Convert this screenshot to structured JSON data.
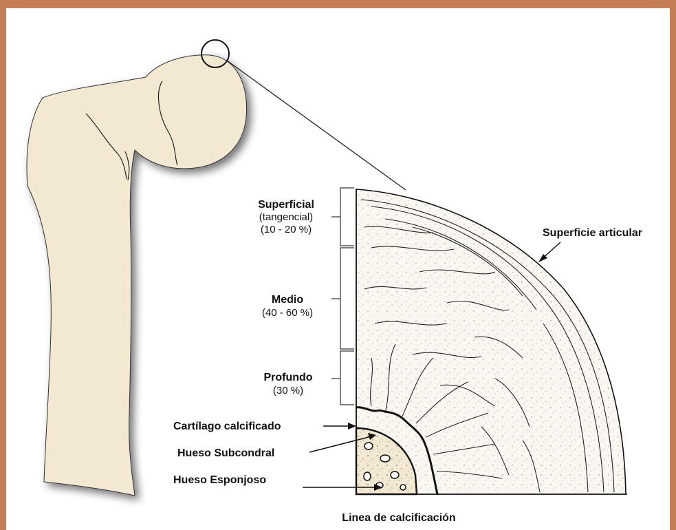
{
  "frame_color": "#c57d57",
  "bone_color": "#f3e8d2",
  "cartilage_color": "#faf7f1",
  "zones": {
    "superficial": {
      "title": "Superficial",
      "line2": "(tangencial)",
      "line3": "(10 - 20 %)"
    },
    "medio": {
      "title": "Medio",
      "line2": "(40 - 60 %)"
    },
    "profundo": {
      "title": "Profundo",
      "line2": "(30 %)"
    }
  },
  "labels": {
    "superficie_articular": "Superficie articular",
    "cartilago_calcificado": "Cartílago calcificado",
    "hueso_subcondral": "Hueso Subcondral",
    "hueso_esponjoso": "Hueso Esponjoso",
    "linea_calcificacion": "Linea de calcificación"
  }
}
